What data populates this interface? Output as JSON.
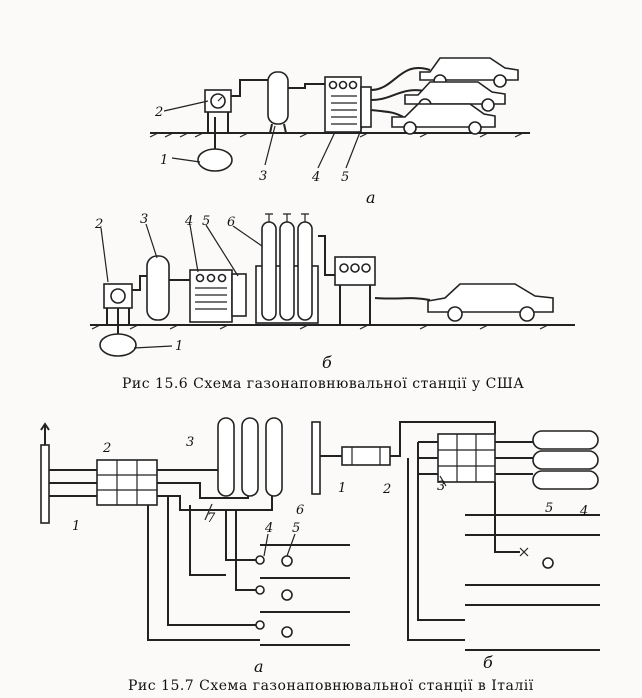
{
  "fig156": {
    "a_labels": [
      "1",
      "2",
      "3",
      "4",
      "5"
    ],
    "b_labels": [
      "1",
      "2",
      "3",
      "4",
      "5",
      "6"
    ],
    "sub_a": "а",
    "sub_b": "б",
    "caption": "Рис  15.6  Схема  газонаповнювальної  станції  у  США"
  },
  "fig157": {
    "a_labels": [
      "1",
      "2",
      "3",
      "4",
      "5",
      "6",
      "7"
    ],
    "b_labels": [
      "1",
      "2",
      "3",
      "4",
      "5"
    ],
    "sub_a": "а",
    "sub_b": "б",
    "caption": "Рис  15.7  Схема  газонаповнювальної  станції  в  Італії"
  }
}
